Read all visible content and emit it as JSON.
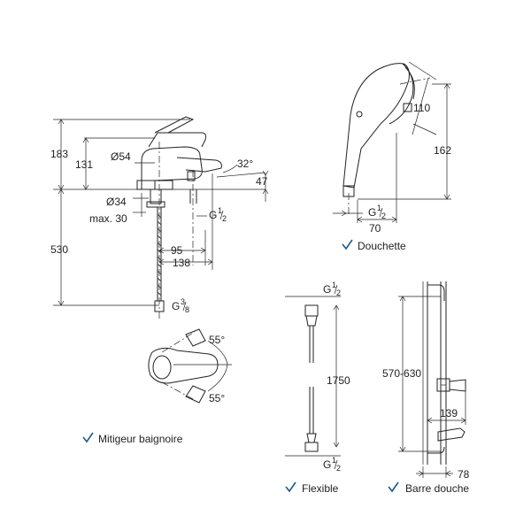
{
  "faucet": {
    "dims": {
      "h183": "183",
      "h131": "131",
      "d54": "Ø54",
      "a32": "32°",
      "h47": "47",
      "d34": "Ø34",
      "max30": "max. 30",
      "g12": "G",
      "g12_num": "1",
      "g12_den": "2",
      "h530": "530",
      "w95": "95",
      "w138": "138",
      "g38": "G",
      "g38_num": "3",
      "g38_den": "8"
    },
    "top_view": {
      "a55a": "55°",
      "a55b": "55°"
    },
    "caption": "Mitigeur baignoire"
  },
  "handshower": {
    "dims": {
      "sq110": "110",
      "h162": "162",
      "g12": "G",
      "g12_num": "1",
      "g12_den": "2",
      "w70": "70"
    },
    "caption": "Douchette"
  },
  "hose": {
    "dims": {
      "g12_top": "G",
      "g12_top_num": "1",
      "g12_top_den": "2",
      "l1750": "1750",
      "g12_bot": "G",
      "g12_bot_num": "1",
      "g12_bot_den": "2"
    },
    "caption": "Flexible"
  },
  "rail": {
    "dims": {
      "h570": "570-630",
      "w139": "139",
      "w78": "78"
    },
    "caption": "Barre douche"
  },
  "colors": {
    "check": "#1c5a8c",
    "ink": "#222222"
  },
  "icons": [
    "checkmark-icon"
  ]
}
